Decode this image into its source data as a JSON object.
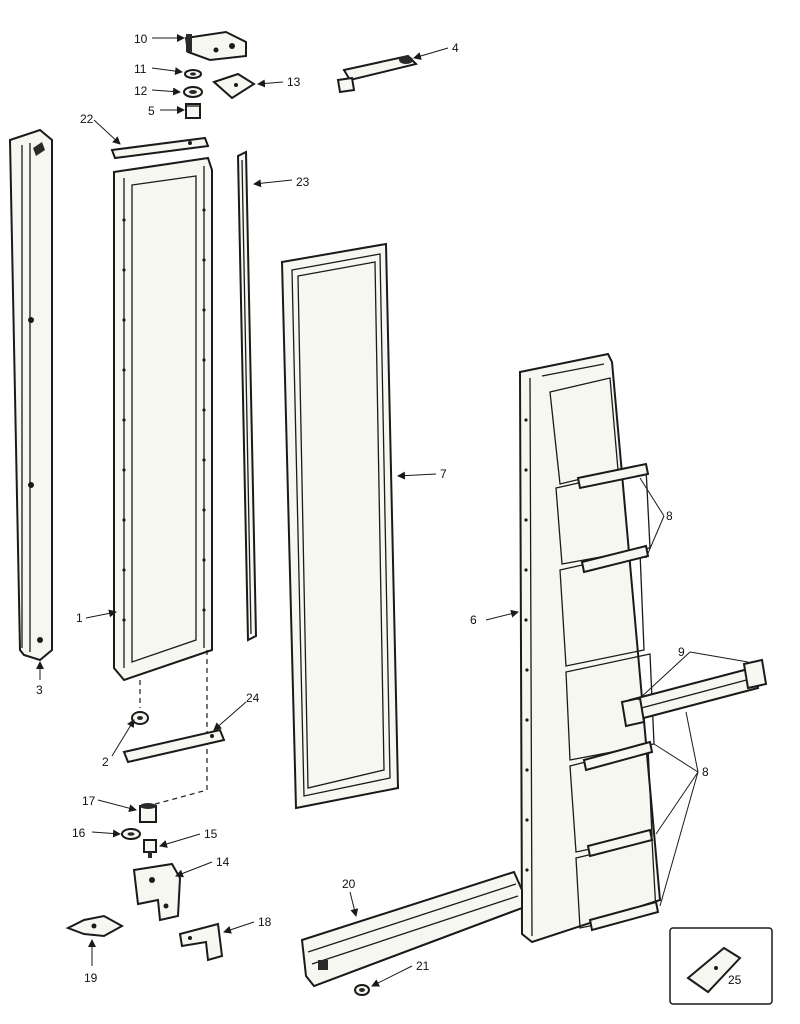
{
  "callouts": {
    "c1": "1",
    "c2": "2",
    "c3": "3",
    "c4": "4",
    "c5": "5",
    "c6": "6",
    "c7": "7",
    "c8a": "8",
    "c8b": "8",
    "c9": "9",
    "c10": "10",
    "c11": "11",
    "c12": "12",
    "c13": "13",
    "c14": "14",
    "c15": "15",
    "c16": "16",
    "c17": "17",
    "c18": "18",
    "c19": "19",
    "c20": "20",
    "c21": "21",
    "c22": "22",
    "c23": "23",
    "c24": "24",
    "c25": "25"
  }
}
